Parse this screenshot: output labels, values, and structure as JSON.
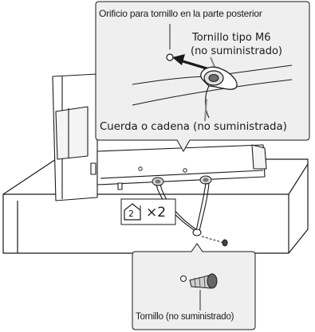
{
  "top_callout": {
    "hole_label": "Orificio para tornillo en la parte posterior",
    "bolt_label_line1": "Tornillo tipo M6",
    "bolt_label_line2": "(no suministrado)",
    "cord_label": "Cuerda o cadena (no suministrada)"
  },
  "step_marker": {
    "number": "2",
    "multiplier": "×2"
  },
  "bottom_callout": {
    "screw_label": "Tornillo (no suministrado)"
  },
  "colors": {
    "callout_fill": "#efefef",
    "line": "#1a1a1a",
    "cord_gray": "#8a8a8a"
  }
}
